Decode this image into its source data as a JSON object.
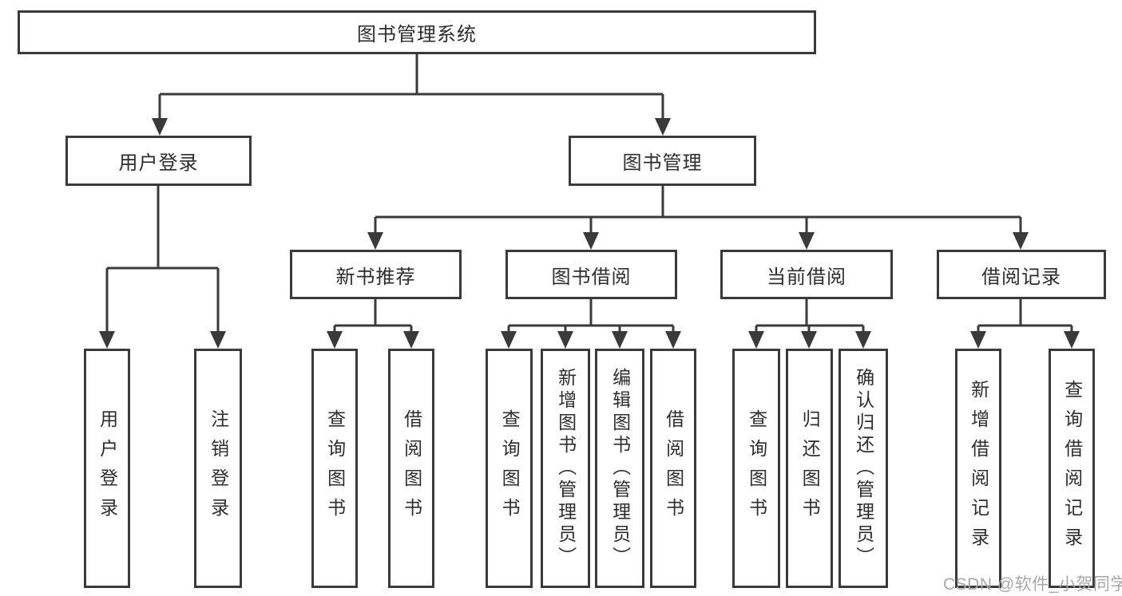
{
  "root": {
    "label": "图书管理系统"
  },
  "level2": {
    "user_login": {
      "label": "用户登录"
    },
    "book_management": {
      "label": "图书管理"
    }
  },
  "level3": {
    "new_book": {
      "label": "新书推荐"
    },
    "book_borrow": {
      "label": "图书借阅"
    },
    "current_borrow": {
      "label": "当前借阅"
    },
    "borrow_record": {
      "label": "借阅记录"
    }
  },
  "leaves": {
    "user_login": [
      "用户登录",
      "注销登录"
    ],
    "new_book": [
      "查询图书",
      "借阅图书"
    ],
    "book_borrow": [
      "查询图书",
      "新增图书（管理员）",
      "编辑图书（管理员）",
      "借阅图书"
    ],
    "current_borrow": [
      "查询图书",
      "归还图书",
      "确认归还（管理员）"
    ],
    "borrow_record": [
      "新增借阅记录",
      "查询借阅记录"
    ]
  },
  "watermark": "CSDN @软件_小贺同学",
  "colors": {
    "line": "#3a3a3a",
    "text": "#2d2d2d",
    "watermark": "#a8a8a8",
    "background": "#ffffff"
  }
}
